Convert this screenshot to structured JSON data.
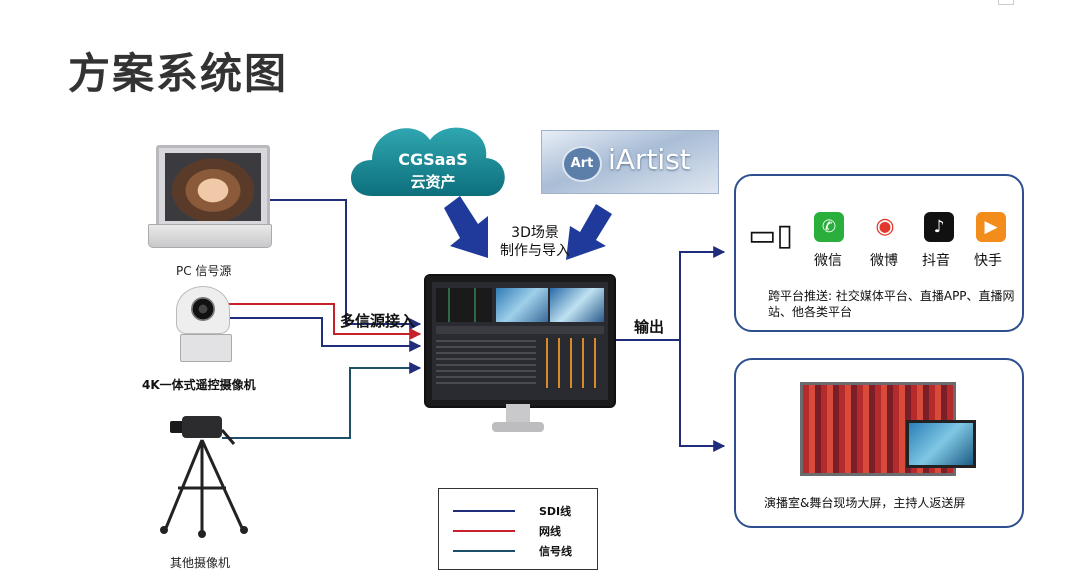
{
  "title": "方案系统图",
  "sources": {
    "pc_label": "PC 信号源",
    "ptz_label": "4K一体式遥控摄像机",
    "other_label": "其他摄像机"
  },
  "cloud": {
    "line1": "CGSaaS",
    "line2": "云资产"
  },
  "iartist": {
    "badge": "Art",
    "name": "iArtist"
  },
  "scene_label": {
    "line1": "3D场景",
    "line2": "制作与导入"
  },
  "multi_source_label": "多信源接入",
  "output_label": "输出",
  "platforms": {
    "apps": [
      {
        "name": "微信",
        "color": "#2aae3c",
        "glyph": "✆"
      },
      {
        "name": "微博",
        "color": "#e2372b",
        "glyph": "◉"
      },
      {
        "name": "抖音",
        "color": "#111111",
        "glyph": "♪"
      },
      {
        "name": "快手",
        "color": "#f28c1b",
        "glyph": "▶"
      }
    ],
    "note": "跨平台推送: 社交媒体平台、直播APP、直播网站、他各类平台"
  },
  "studio": {
    "note": "演播室&舞台现场大屏，主持人返送屏"
  },
  "legend": [
    {
      "label": "SDI线",
      "color": "#1f2d7a"
    },
    {
      "label": "网线",
      "color": "#c8202a"
    },
    {
      "label": "信号线",
      "color": "#1e4f6a"
    }
  ],
  "colors": {
    "sdi": "#1f2d7a",
    "net": "#c8202a",
    "signal": "#1e4f6a",
    "cloud": "#1a8a95",
    "arrow": "#1f3a9a",
    "box_border": "#2e4f8e"
  }
}
